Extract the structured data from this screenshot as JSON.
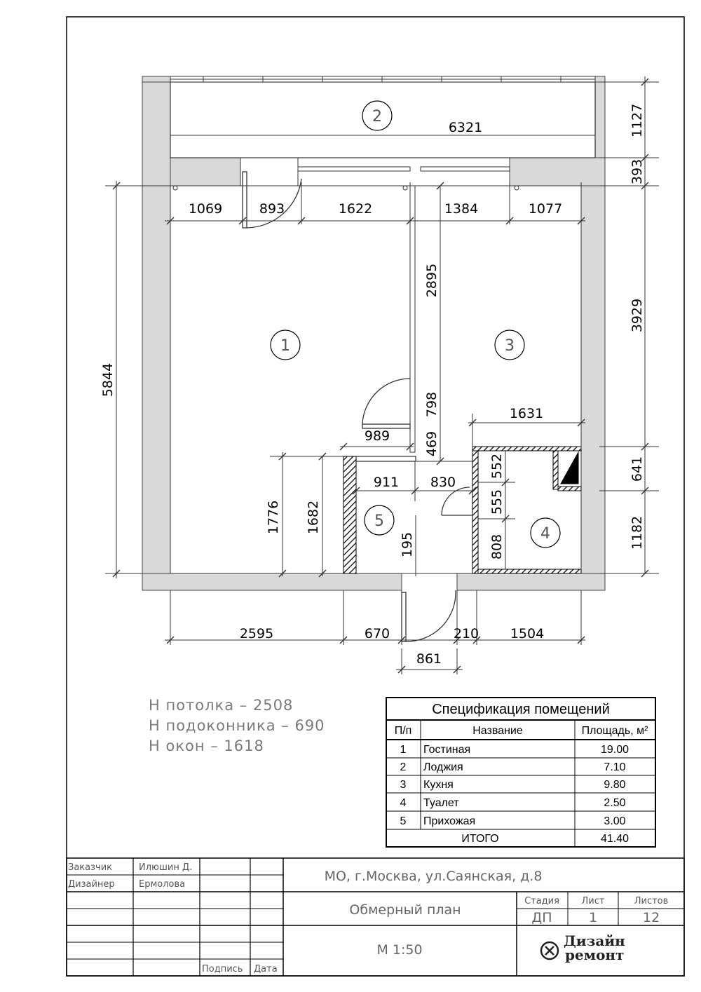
{
  "dimensions": {
    "loggia_width": "6321",
    "loggia_depth": "1127",
    "wall_gap": "393",
    "top": [
      "1069",
      "893",
      "1622",
      "1384",
      "1077"
    ],
    "overall_height": "5844",
    "right_upper": "3929",
    "partition": "2895",
    "door_opening": "798",
    "door_width": "989",
    "partition_lower": "469",
    "kitchen_lower_width": "1631",
    "hall": [
      "911",
      "830"
    ],
    "right_mid": "641",
    "right_low": "1182",
    "toilet_v": [
      "552",
      "555",
      "808"
    ],
    "left_low_a": "1776",
    "left_low_b": "1682",
    "hall_small": "195",
    "bottom": [
      "2595",
      "670",
      "210",
      "1504"
    ],
    "entry_door": "861"
  },
  "rooms": [
    {
      "num": "1"
    },
    {
      "num": "2"
    },
    {
      "num": "3"
    },
    {
      "num": "4"
    },
    {
      "num": "5"
    }
  ],
  "notes": [
    "Н потолка – 2508",
    "Н подоконника – 690",
    "Н окон – 1618"
  ],
  "spec": {
    "title": "Спецификация помещений",
    "headers": [
      "П/п",
      "Название",
      "Площадь, м²"
    ],
    "rows": [
      {
        "n": "1",
        "name": "Гостиная",
        "area": "19.00"
      },
      {
        "n": "2",
        "name": "Лоджия",
        "area": "7.10"
      },
      {
        "n": "3",
        "name": "Кухня",
        "area": "9.80"
      },
      {
        "n": "4",
        "name": "Туалет",
        "area": "2.50"
      },
      {
        "n": "5",
        "name": "Прихожая",
        "area": "3.00"
      }
    ],
    "total_label": "ИТОГО",
    "total_value": "41.40"
  },
  "stamp": {
    "customer_label": "Заказчик",
    "customer_value": "Илюшин Д.",
    "designer_label": "Дизайнер",
    "designer_value": "Ермолова",
    "signature_label": "Подпись",
    "date_label": "Дата",
    "address": "МО, г.Москва, ул.Саянская, д.8",
    "drawing_title": "Обмерный план",
    "scale": "М 1:50",
    "stage_label": "Стадия",
    "sheet_label": "Лист",
    "sheets_label": "Листов",
    "stage_value": "ДП",
    "sheet_value": "1",
    "sheets_value": "12",
    "logo_line1": "Дизайн",
    "logo_line2": "ремонт"
  }
}
